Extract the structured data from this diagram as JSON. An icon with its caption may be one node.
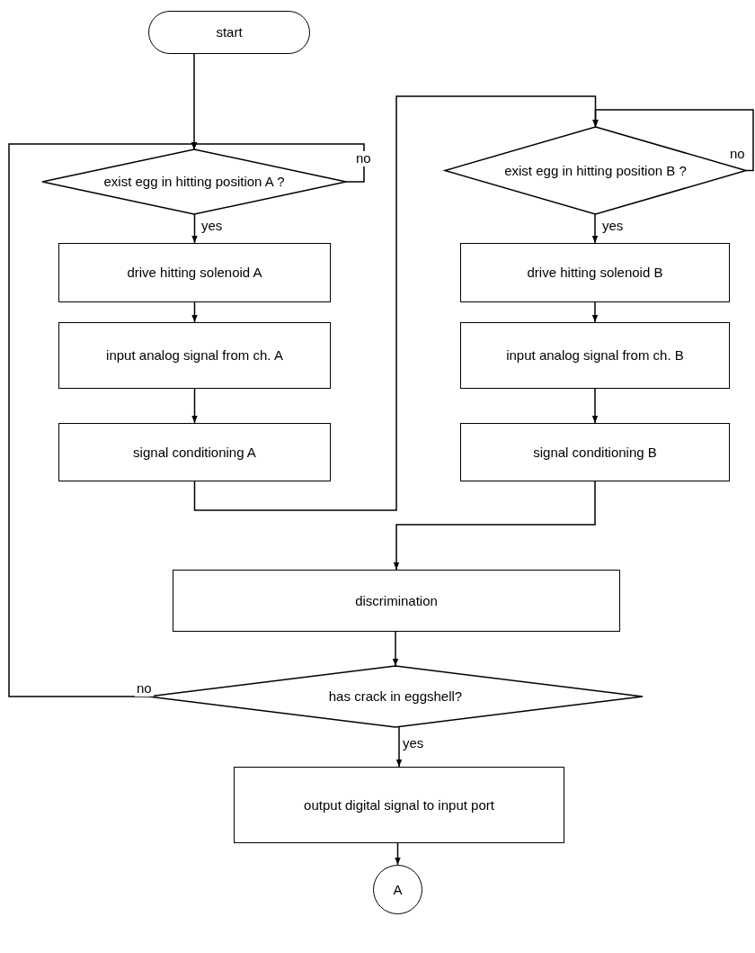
{
  "diagram": {
    "nodes": [
      {
        "text": [
          "start"
        ]
      },
      {
        "text": [
          "exist egg in hitting position A ?"
        ]
      },
      {
        "text": [
          "drive hitting solenoid A"
        ]
      },
      {
        "text": [
          "input analog signal from ch. A"
        ]
      },
      {
        "text": [
          "signal conditioning A"
        ]
      },
      {
        "text": [
          "exist egg in hitting position B ?"
        ]
      },
      {
        "text": [
          "drive hitting solenoid B"
        ]
      },
      {
        "text": [
          "input analog signal from ch. B"
        ]
      },
      {
        "text": [
          "signal conditioning B"
        ]
      },
      {
        "text": [
          "discrimination"
        ]
      },
      {
        "text": [
          "has crack in eggshell?"
        ]
      },
      {
        "text": [
          "output digital signal to input port"
        ]
      },
      {
        "text": [
          "A"
        ]
      }
    ],
    "edges": [
      {
        "from": 0,
        "to": 1,
        "arrow": "to"
      },
      {
        "from": 1,
        "to": 1,
        "arrow": "to",
        "label": "no"
      },
      {
        "from": 1,
        "to": 2,
        "arrow": "to",
        "label": "yes"
      },
      {
        "from": 2,
        "to": 3,
        "arrow": "to"
      },
      {
        "from": 3,
        "to": 4,
        "arrow": "to"
      },
      {
        "from": 4,
        "to": 5,
        "arrow": "to"
      },
      {
        "from": 5,
        "to": 5,
        "arrow": "to",
        "label": "no"
      },
      {
        "from": 5,
        "to": 6,
        "arrow": "to",
        "label": "yes"
      },
      {
        "from": 6,
        "to": 7,
        "arrow": "to"
      },
      {
        "from": 7,
        "to": 8,
        "arrow": "to"
      },
      {
        "from": 8,
        "to": 9,
        "arrow": "to"
      },
      {
        "from": 9,
        "to": 10,
        "arrow": "to"
      },
      {
        "from": 10,
        "to": 1,
        "arrow": "to",
        "label": "no"
      },
      {
        "from": 10,
        "to": 11,
        "arrow": "to",
        "label": "yes"
      },
      {
        "from": 11,
        "to": 12,
        "arrow": "to"
      }
    ]
  }
}
